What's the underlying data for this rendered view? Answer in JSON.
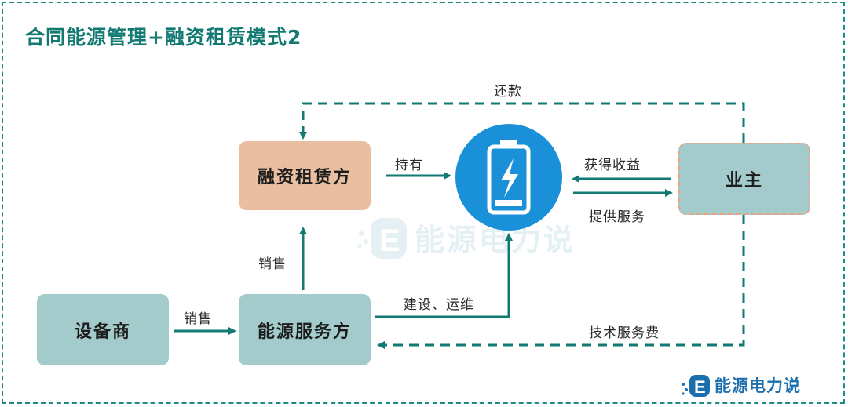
{
  "title": "合同能源管理+融资租赁模式2",
  "nodes": {
    "leasing": "融资租赁方",
    "owner": "业主",
    "equipment": "设备商",
    "energy_service": "能源服务方"
  },
  "edges": {
    "repay": "还款",
    "hold": "持有",
    "earn": "获得收益",
    "provide": "提供服务",
    "sell_up": "销售",
    "sell_right": "销售",
    "build": "建设、运维",
    "tech_fee": "技术服务费"
  },
  "watermark": "能源电力说",
  "brand": "能源电力说",
  "icons": {
    "battery": "battery-charging-icon",
    "logo": "e-logo-icon"
  },
  "colors": {
    "teal": "#127a73",
    "peach": "#eabfa1",
    "box_teal": "#a3cbcb",
    "battery_blue": "#1a90d8"
  }
}
